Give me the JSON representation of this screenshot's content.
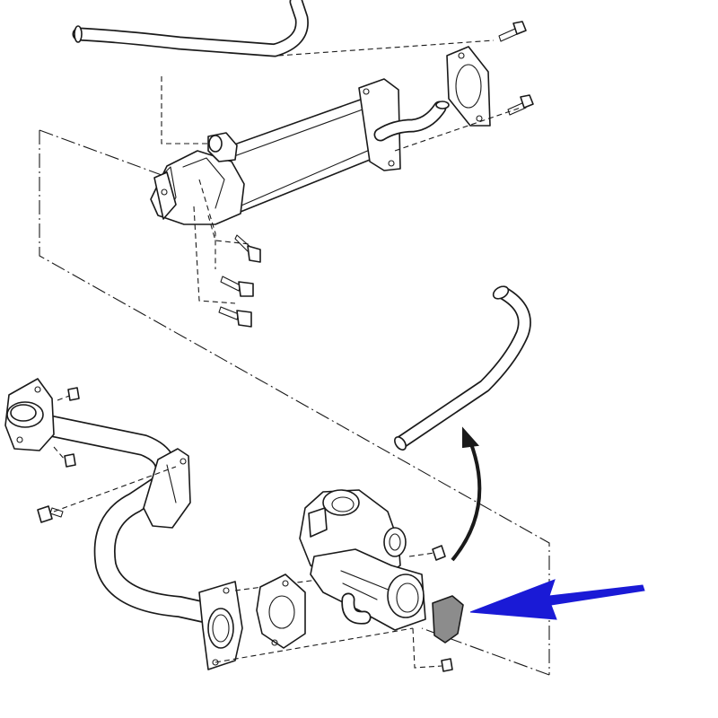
{
  "diagram": {
    "view": "exploded-parts",
    "highlight_color": "#1a1ad6",
    "line_color": "#1a1a1a",
    "background": "#ffffff"
  },
  "components": [
    {
      "name": "egr-cooler",
      "kind": "cooler"
    },
    {
      "name": "upper-coolant-hose",
      "kind": "hose"
    },
    {
      "name": "cooler-gasket",
      "kind": "gasket"
    },
    {
      "name": "egr-pipe",
      "kind": "pipe"
    },
    {
      "name": "coolant-hose-lower",
      "kind": "hose"
    },
    {
      "name": "egr-valve",
      "kind": "valve"
    },
    {
      "name": "valve-gaskets",
      "kind": "gasket"
    },
    {
      "name": "valve-blanking-plate",
      "kind": "plate",
      "highlighted": true
    }
  ],
  "indicators": {
    "highlight_arrow": {
      "color": "#1a1ad6",
      "direction": "pointing-left",
      "target": "valve-blanking-plate"
    },
    "rotation_arrow": {
      "color": "#1a1a1a",
      "direction": "curved-up"
    }
  }
}
